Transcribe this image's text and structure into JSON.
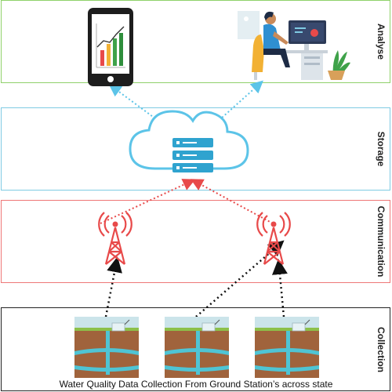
{
  "layers": {
    "analyse": "Analyse",
    "storage": "Storage",
    "communication": "Communication",
    "collection": "Collection"
  },
  "caption": "Water Quality Data Collection From Ground Station’s across state",
  "colors": {
    "analyse_border": "#8fd16a",
    "storage_border": "#7fcbe3",
    "communication_border": "#ee7777",
    "collection_border": "#222222",
    "tower_red": "#e84a4a",
    "cloud_blue": "#5cc4e8",
    "server_blue": "#2fa3cf",
    "water_blue": "#4fc4d4",
    "soil_brown": "#a0633c",
    "grass_green": "#8cc04a",
    "sky_blue": "#cbe4ea"
  },
  "icons": [
    "smartphone-chart-icon",
    "analyst-desk-icon",
    "cloud-server-icon",
    "radio-tower-icon",
    "ground-station-icon"
  ]
}
